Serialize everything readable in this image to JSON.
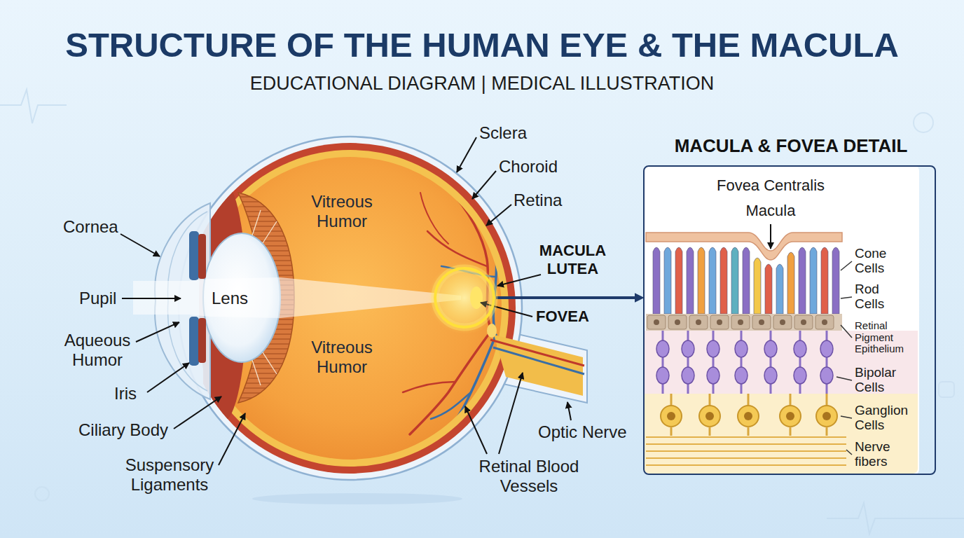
{
  "diagram": {
    "title": "STRUCTURE OF THE HUMAN EYE & THE MACULA",
    "nodes": [
      {
        "text": [
          "MACULA LUTEA",
          "FOVEA"
        ]
      },
      {
        "text": [
          "MACULA & FOVEA DETAIL"
        ]
      }
    ],
    "edges": [
      {
        "from": 0,
        "to": 1,
        "arrow": "to"
      }
    ],
    "labels": [
      "EDUCATIONAL DIAGRAM | MEDICAL ILLUSTRATION",
      "Sclera",
      "Choroid",
      "Retina",
      "Cornea",
      "Vitreous Humor",
      "Pupil",
      "Lens",
      "Aqueous Humor",
      "Vitreous Humor",
      "Iris",
      "Ciliary Body",
      "Suspensory Ligaments",
      "Optic Nerve",
      "Retinal Blood Vessels",
      "Fovea Centralis",
      "Macula",
      "Cone Cells",
      "Rod Cells",
      "Retinal Pigment Epithelium",
      "Bipolar Cells",
      "Ganglion Cells",
      "Nerve fibers"
    ]
  }
}
